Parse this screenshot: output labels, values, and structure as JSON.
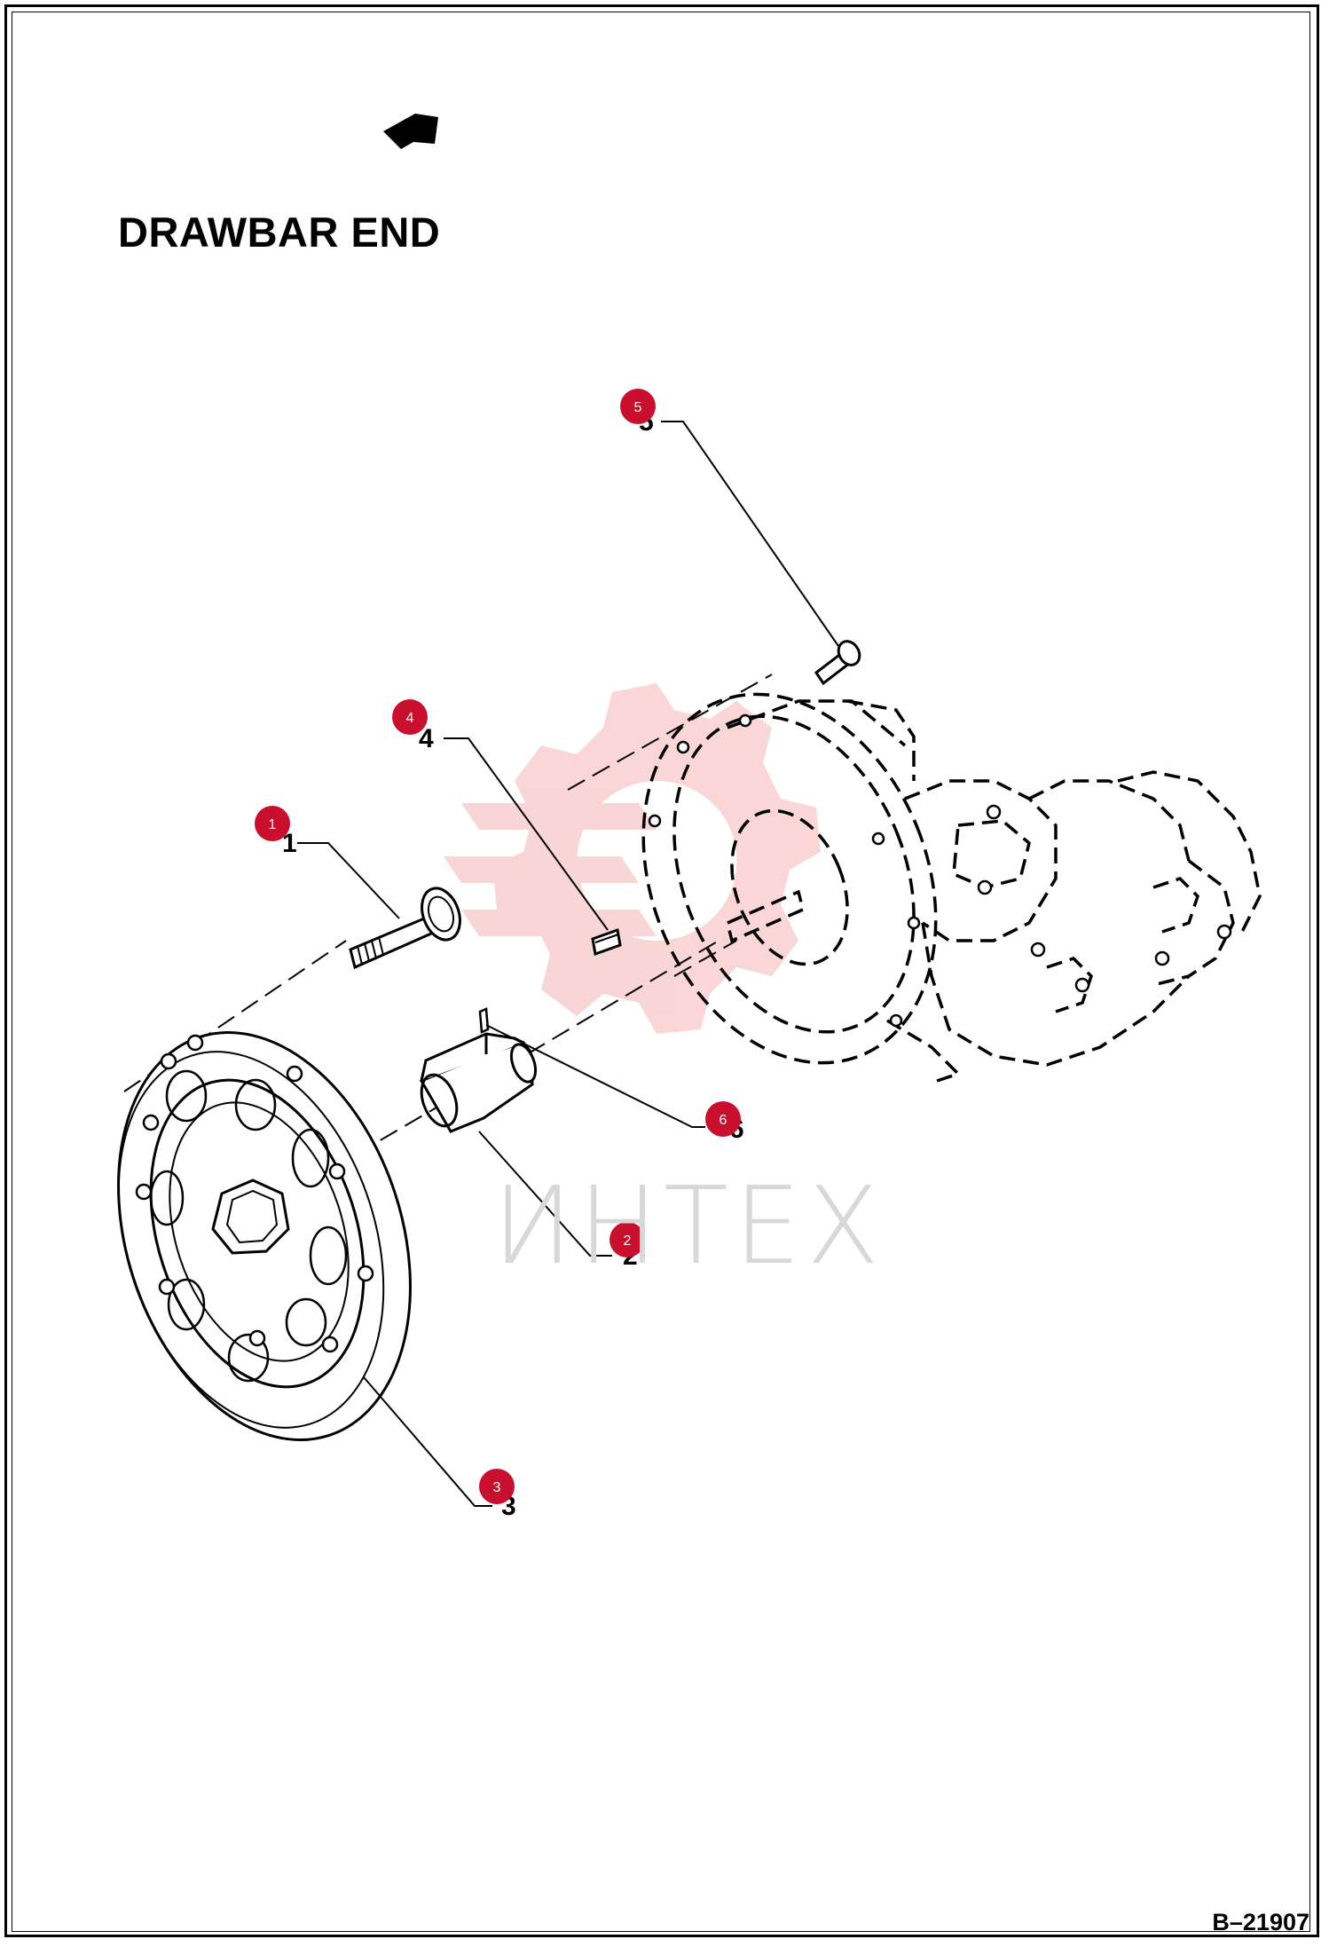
{
  "title": "DRAWBAR END",
  "document_number": "B–21907",
  "watermark_text": "ИНТЕХ",
  "colors": {
    "badge": "#c8102e",
    "watermark": "#f7c8c8",
    "line": "#000000"
  },
  "icons": {
    "direction": "arrow-icon"
  },
  "parts": [
    {
      "number": "1",
      "badge": "1"
    },
    {
      "number": "2",
      "badge": "2"
    },
    {
      "number": "3",
      "badge": "3"
    },
    {
      "number": "4",
      "badge": "4"
    },
    {
      "number": "5",
      "badge": "5"
    },
    {
      "number": "6",
      "badge": "6"
    }
  ]
}
